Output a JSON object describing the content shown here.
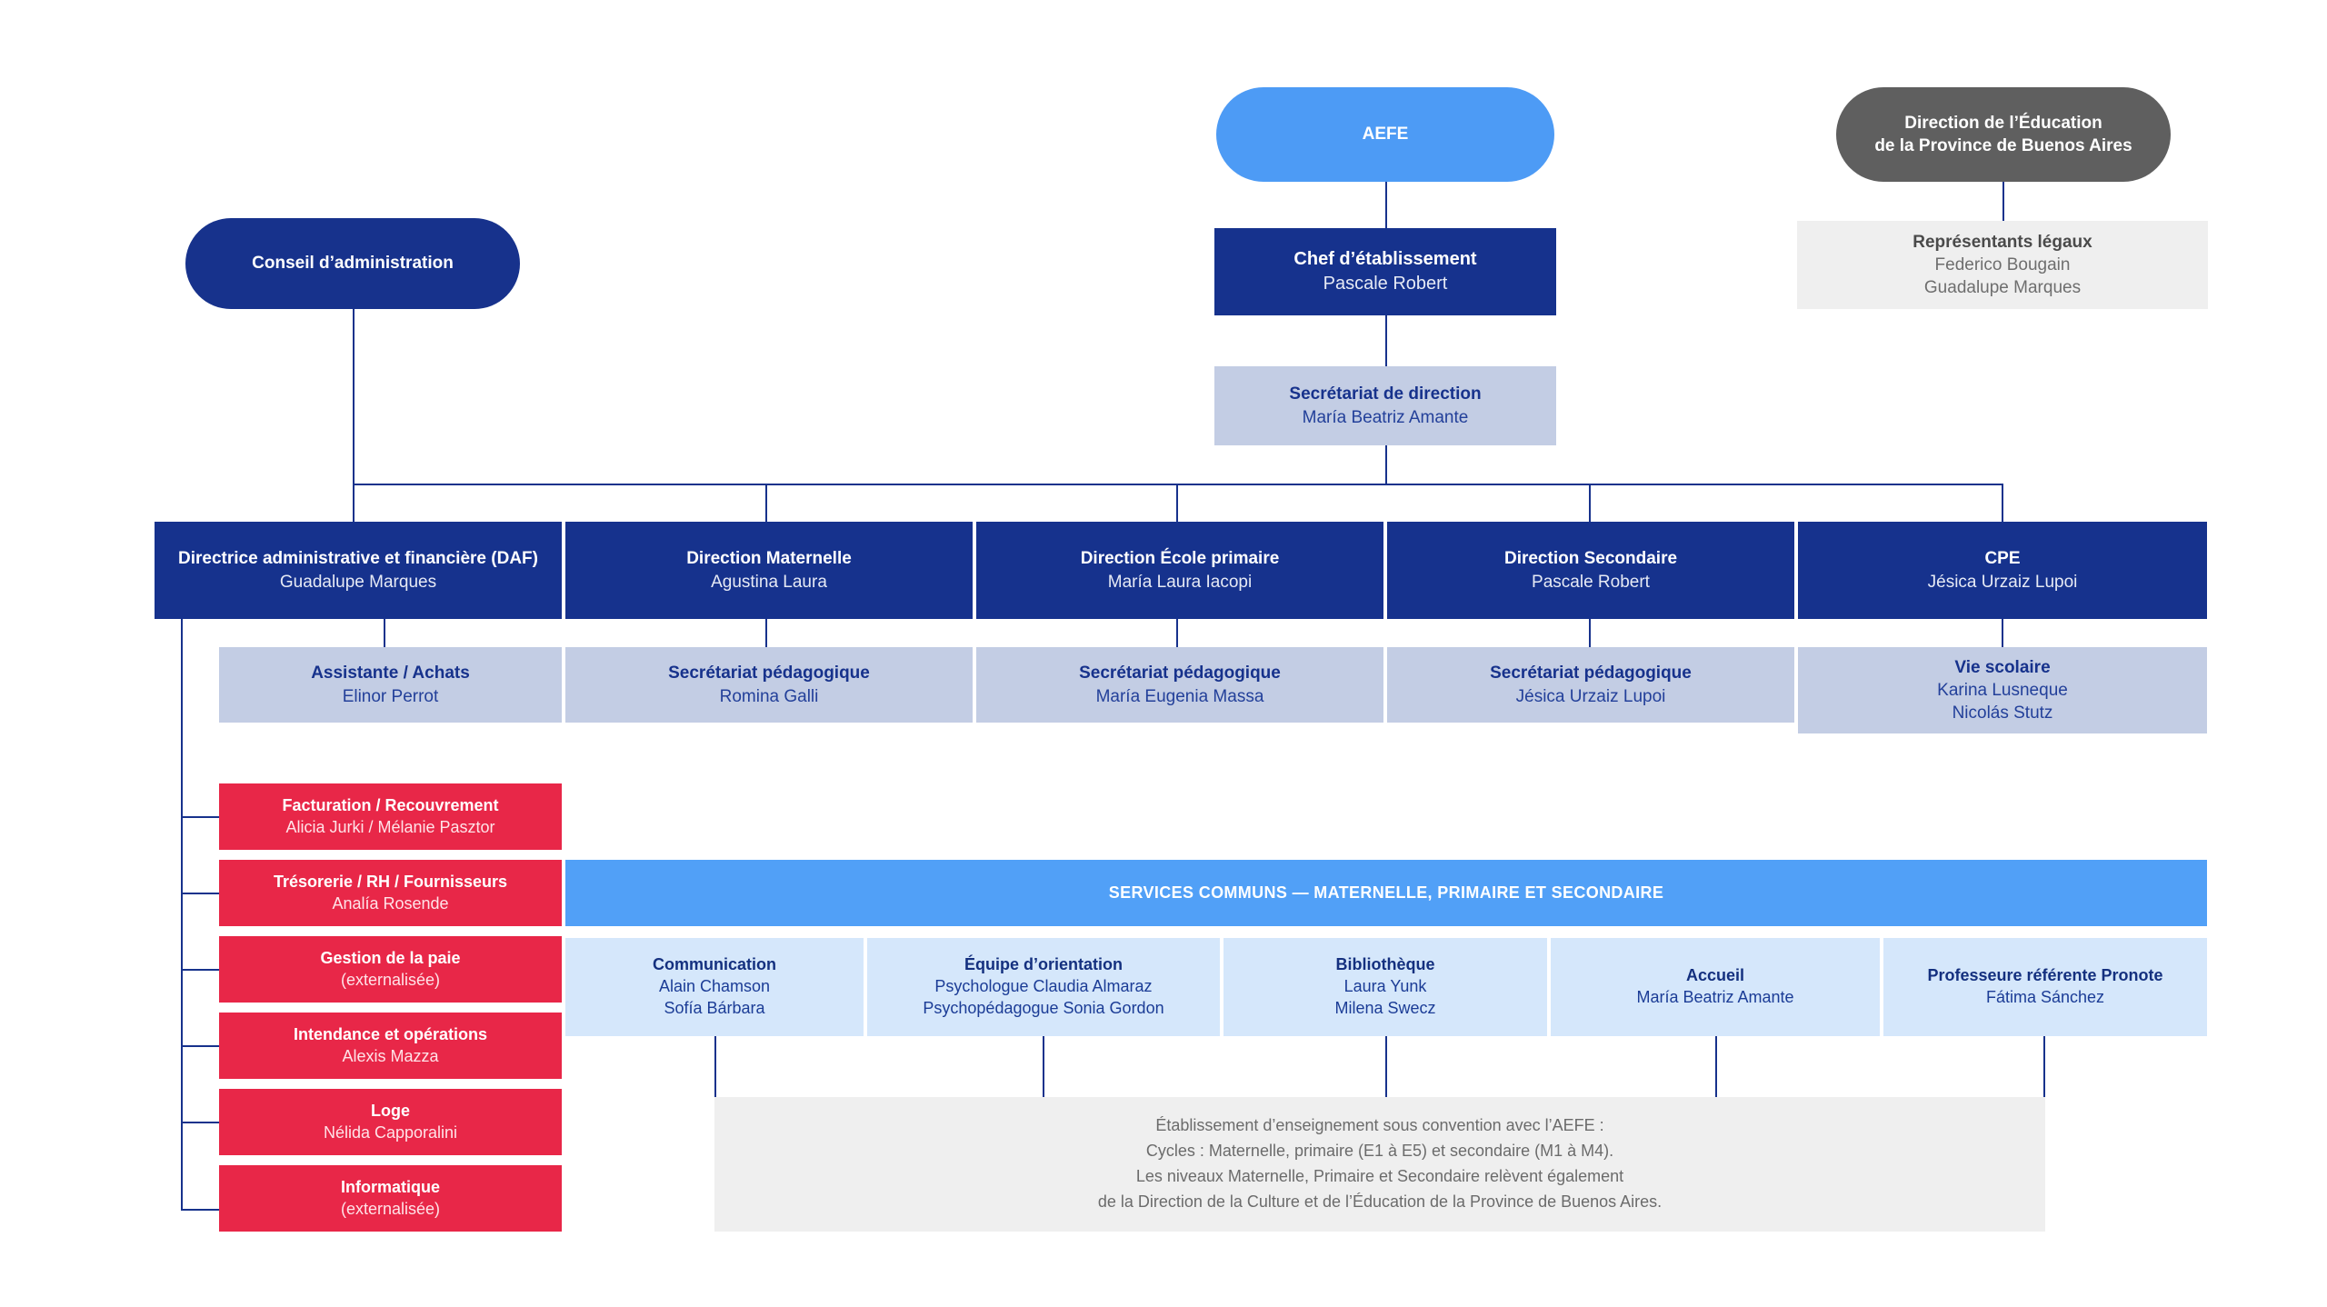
{
  "top": {
    "aefe": {
      "title": "AEFE"
    },
    "province": {
      "title_line1": "Direction de l’Éducation",
      "title_line2": "de la Province de Buenos Aires"
    },
    "legal_reps": {
      "title": "Représentants légaux",
      "name1": "Federico Bougain",
      "name2": "Guadalupe Marques"
    },
    "conseil": {
      "title": "Conseil d’administration"
    },
    "chef": {
      "title": "Chef d’établissement",
      "name": "Pascale Robert"
    },
    "secretariat_direction": {
      "title": "Secrétariat de direction",
      "name": "María Beatriz Amante"
    }
  },
  "directions": [
    {
      "title": "Directrice administrative et financière (DAF)",
      "name": "Guadalupe Marques"
    },
    {
      "title": "Direction Maternelle",
      "name": "Agustina Laura"
    },
    {
      "title": "Direction École primaire",
      "name": "María Laura Iacopi"
    },
    {
      "title": "Direction Secondaire",
      "name": "Pascale Robert"
    },
    {
      "title": "CPE",
      "name": "Jésica Urzaiz Lupoi"
    }
  ],
  "secretariats": [
    {
      "title": "Assistante / Achats",
      "name": "Elinor Perrot"
    },
    {
      "title": "Secrétariat pédagogique",
      "name": "Romina Galli"
    },
    {
      "title": "Secrétariat pédagogique",
      "name": "María Eugenia Massa"
    },
    {
      "title": "Secrétariat pédagogique",
      "name": "Jésica Urzaiz Lupoi"
    },
    {
      "title": "Vie scolaire",
      "name": "Karina Lusneque",
      "name2": "Nicolás Stutz"
    }
  ],
  "daf_services": [
    {
      "title": "Facturation / Recouvrement",
      "name": "Alicia Jurki / Mélanie Pasztor"
    },
    {
      "title": "Trésorerie / RH / Fournisseurs",
      "name": "Analía Rosende"
    },
    {
      "title": "Gestion de la paie",
      "name": "(externalisée)"
    },
    {
      "title": "Intendance et opérations",
      "name": "Alexis Mazza"
    },
    {
      "title": "Loge",
      "name": "Nélida Capporalini"
    },
    {
      "title": "Informatique",
      "name": "(externalisée)"
    }
  ],
  "services_communs": {
    "banner": "SERVICES COMMUNS — MATERNELLE, PRIMAIRE ET SECONDAIRE",
    "items": [
      {
        "title": "Communication",
        "name": "Alain Chamson",
        "name2": "Sofía Bárbara"
      },
      {
        "title": "Équipe d’orientation",
        "name": "Psychologue Claudia Almaraz",
        "name2": "Psychopédagogue Sonia Gordon"
      },
      {
        "title": "Bibliothèque",
        "name": "Laura Yunk",
        "name2": "Milena Swecz"
      },
      {
        "title": "Accueil",
        "name": "María Beatriz Amante"
      },
      {
        "title": "Professeure référente Pronote",
        "name": "Fátima Sánchez"
      }
    ]
  },
  "footnote": {
    "line1": "Établissement d’enseignement sous convention avec l’AEFE :",
    "line2": "Cycles : Maternelle, primaire (E1 à E5) et secondaire (M1 à M4).",
    "line3": "Les niveaux Maternelle, Primaire et Secondaire relèvent également",
    "line4": "de la Direction de la Culture et de l’Éducation de la Province de Buenos Aires."
  },
  "colors": {
    "navy": "#16328D",
    "light_blue": "#4D9BF5",
    "gray": "#5F5F5F",
    "periwinkle": "#C3CDE4",
    "red": "#E82748",
    "pale_blue": "#D5E7FB",
    "pale_gray": "#EFEFEF"
  }
}
